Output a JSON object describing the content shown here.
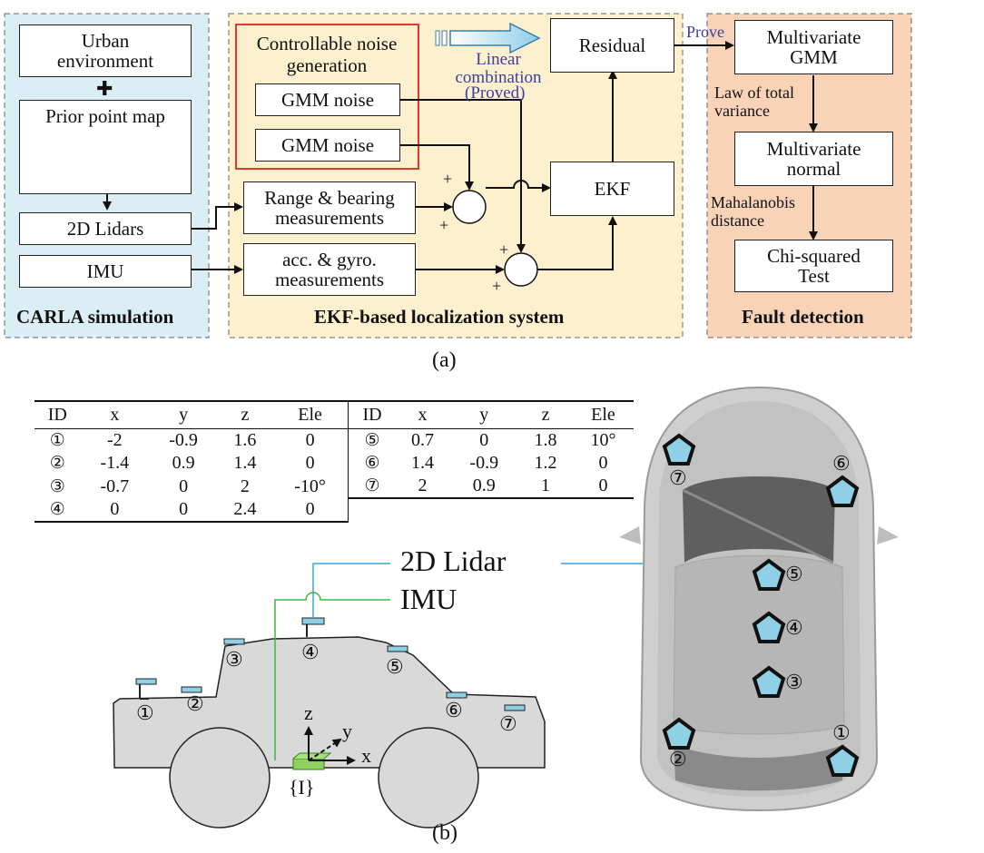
{
  "part_a": {
    "caption": "(a)",
    "carla": {
      "title": "CARLA simulation",
      "urban": "Urban environment",
      "plus": "✚",
      "prior_map": "Prior point map",
      "lidars": "2D Lidars",
      "imu": "IMU"
    },
    "ekf_system": {
      "title": "EKF-based localization system",
      "noise_group_title": "Controllable noise generation",
      "gmm_noise_1": "GMM noise",
      "gmm_noise_2": "GMM noise",
      "range_bearing": "Range & bearing measurements",
      "acc_gyro": "acc. & gyro. measurements",
      "ekf": "EKF",
      "residual": "Residual",
      "linear_combination": "Linear combination",
      "proved": "(Proved)",
      "plus_sign": "+"
    },
    "fault": {
      "title": "Fault detection",
      "multivariate_gmm": "Multivariate GMM",
      "multivariate_normal": "Multivariate normal",
      "chi_squared": "Chi-squared Test",
      "law_total_variance": "Law of total variance",
      "mahalanobis": "Mahalanobis distance",
      "prove": "Prove"
    },
    "colors": {
      "carla_bg": "#dbeef5",
      "ekf_bg": "#fdf0cf",
      "fault_bg": "#f9d3b8",
      "noise_border": "#e03a2c",
      "label_blue": "#3b3fa0"
    }
  },
  "part_b": {
    "caption": "(b)",
    "table": {
      "headers": [
        "ID",
        "x",
        "y",
        "z",
        "Ele",
        "ID",
        "x",
        "y",
        "z",
        "Ele"
      ],
      "rows": [
        [
          "①",
          "-2",
          "-0.9",
          "1.6",
          "0",
          "⑤",
          "0.7",
          "0",
          "1.8",
          "10°"
        ],
        [
          "②",
          "-1.4",
          "0.9",
          "1.4",
          "0",
          "⑥",
          "1.4",
          "-0.9",
          "1.2",
          "0"
        ],
        [
          "③",
          "-0.7",
          "0",
          "2",
          "-10°",
          "⑦",
          "2",
          "0.9",
          "1",
          "0"
        ],
        [
          "④",
          "0",
          "0",
          "2.4",
          "0",
          "",
          "",
          "",
          "",
          ""
        ]
      ]
    },
    "legend_lidar": "2D Lidar",
    "legend_imu": "IMU",
    "frame_label": "{I}",
    "axis_x": "x",
    "axis_y": "y",
    "axis_z": "z",
    "side_sensor_ids": [
      "①",
      "②",
      "③",
      "④",
      "⑤",
      "⑥",
      "⑦"
    ],
    "top_sensor_ids": [
      "①",
      "②",
      "③",
      "④",
      "⑤",
      "⑥",
      "⑦"
    ],
    "colors": {
      "lidar_line": "#3aa6d6",
      "imu_line": "#3fb54a",
      "sensor_fill": "#8fd0e6",
      "imu_box": "#8fd35e"
    }
  }
}
